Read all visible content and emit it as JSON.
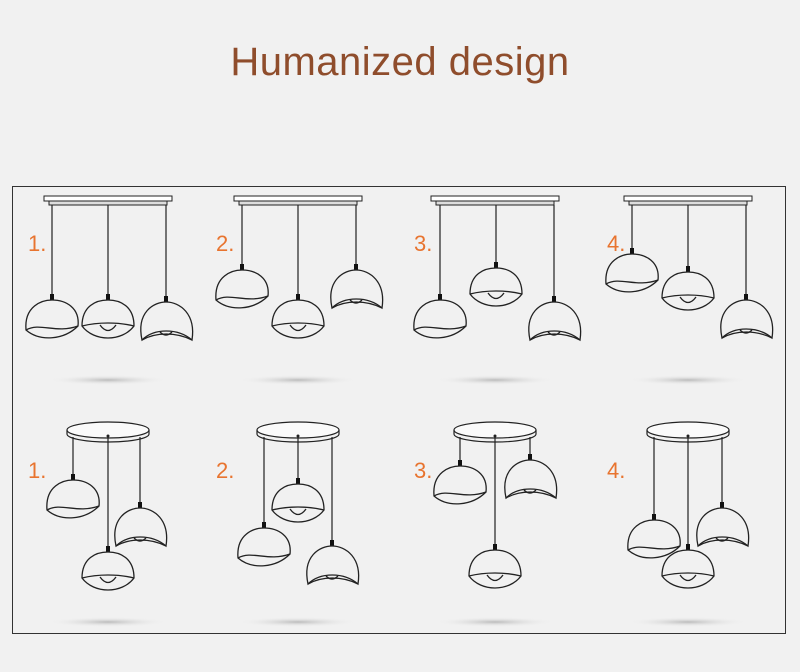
{
  "title": "Humanized design",
  "top_row": {
    "labels": [
      "1.",
      "2.",
      "3.",
      "4."
    ]
  },
  "bottom_row": {
    "labels": [
      "1.",
      "2.",
      "3.",
      "4."
    ]
  },
  "colors": {
    "title": "#8f4d2c",
    "label": "#e8742f",
    "line": "#222222"
  }
}
